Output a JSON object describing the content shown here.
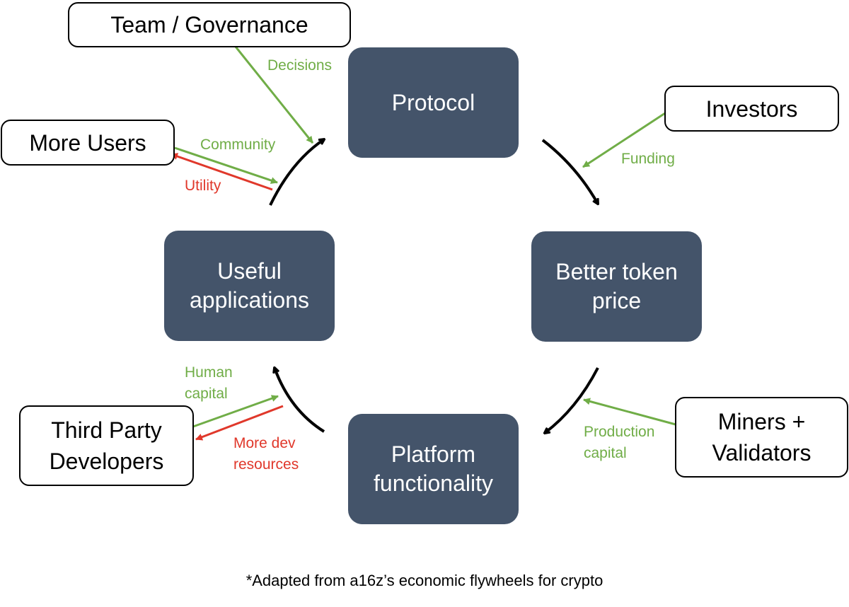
{
  "nodes": {
    "protocol": "Protocol",
    "better_token_price": [
      "Better token",
      "price"
    ],
    "platform_functionality": [
      "Platform",
      "functionality"
    ],
    "useful_applications": [
      "Useful",
      "applications"
    ]
  },
  "actors": {
    "team_governance": "Team / Governance",
    "more_users": "More Users",
    "investors": "Investors",
    "miners_validators": [
      "Miners +",
      "Validators"
    ],
    "third_party_developers": [
      "Third Party",
      "Developers"
    ]
  },
  "flows": {
    "decisions": "Decisions",
    "community": "Community",
    "utility": "Utility",
    "funding": "Funding",
    "production_capital": [
      "Production",
      "capital"
    ],
    "human_capital": [
      "Human",
      "capital"
    ],
    "more_dev_resources": [
      "More dev",
      "resources"
    ]
  },
  "footnote": "*Adapted from a16z’s economic flywheels for crypto",
  "colors": {
    "node_fill": "#44546a",
    "inflow": "#70ad47",
    "outflow": "#e0382b",
    "cycle_arrow": "#000000"
  }
}
